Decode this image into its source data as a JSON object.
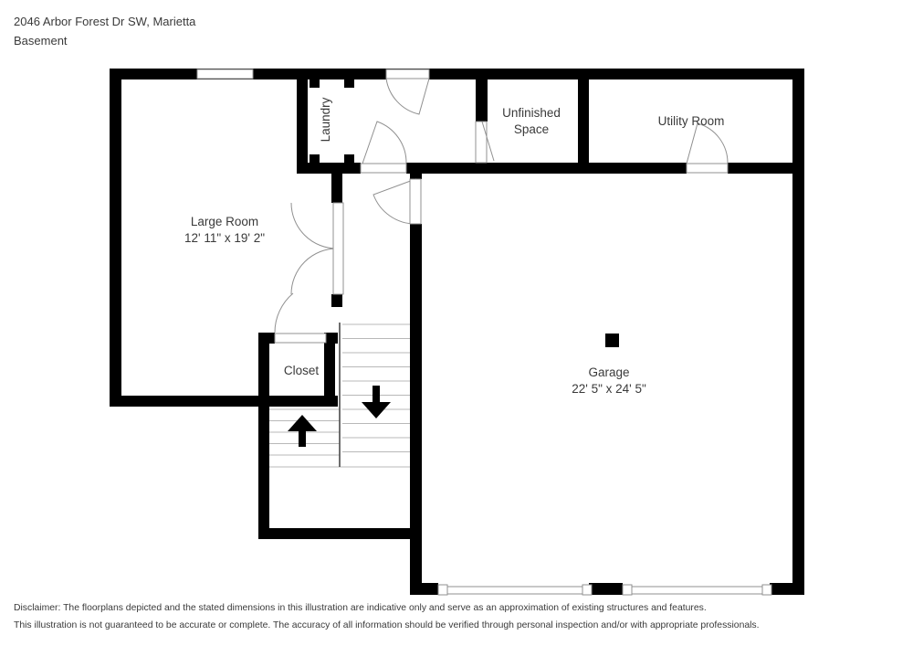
{
  "header": {
    "address": "2046 Arbor Forest Dr SW, Marietta",
    "level": "Basement"
  },
  "rooms": {
    "laundry": {
      "label": "Laundry"
    },
    "unfinished_space": {
      "label": "Unfinished Space"
    },
    "utility_room": {
      "label": "Utility Room"
    },
    "large_room": {
      "label": "Large Room",
      "dimensions": "12' 11\" x 19' 2\""
    },
    "closet": {
      "label": "Closet"
    },
    "garage": {
      "label": "Garage",
      "dimensions": "22' 5\" x 24' 5\""
    }
  },
  "stairs": {
    "down_icon": "down-arrow",
    "up_icon": "up-arrow"
  },
  "colors": {
    "wall": "#000000",
    "label_text": "#3a3a3a",
    "door_outline": "#909090",
    "window_outline": "#9a9a9a",
    "stair_tread": "#b8b8b8",
    "background": "#ffffff"
  },
  "disclaimer": {
    "line1": "Disclaimer: The floorplans depicted and the stated dimensions in this illustration are indicative only and serve as an approximation of existing structures and features.",
    "line2": "This illustration is not guaranteed to be accurate or complete. The accuracy of all information should be verified through personal inspection and/or with appropriate professionals."
  }
}
